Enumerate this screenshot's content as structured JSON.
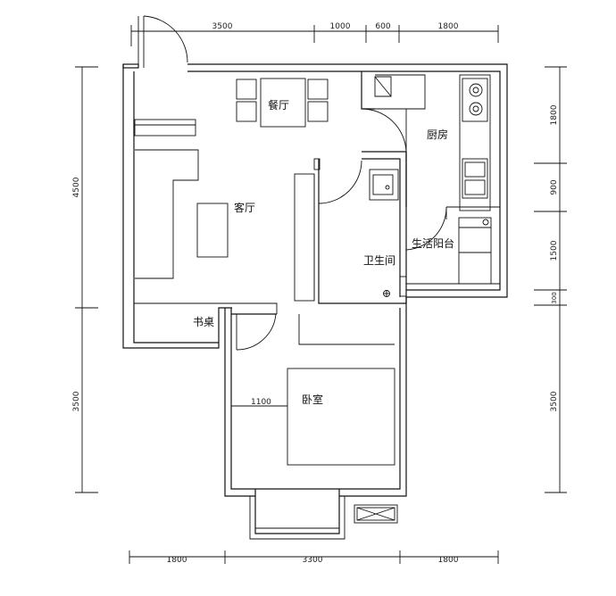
{
  "floor_plan": {
    "rooms": {
      "dining": "餐厅",
      "living": "客厅",
      "kitchen": "厨房",
      "bathroom": "卫生间",
      "balcony": "生活阳台",
      "study_desk": "书桌",
      "bedroom": "卧室"
    },
    "dimensions": {
      "top": [
        "3500",
        "1000",
        "600",
        "1800"
      ],
      "bottom": [
        "1800",
        "3300",
        "1800"
      ],
      "left": [
        "4500",
        "3500"
      ],
      "right": [
        "1800",
        "900",
        "1500",
        "300",
        "3500"
      ],
      "bedroom_inner": "1100"
    }
  }
}
